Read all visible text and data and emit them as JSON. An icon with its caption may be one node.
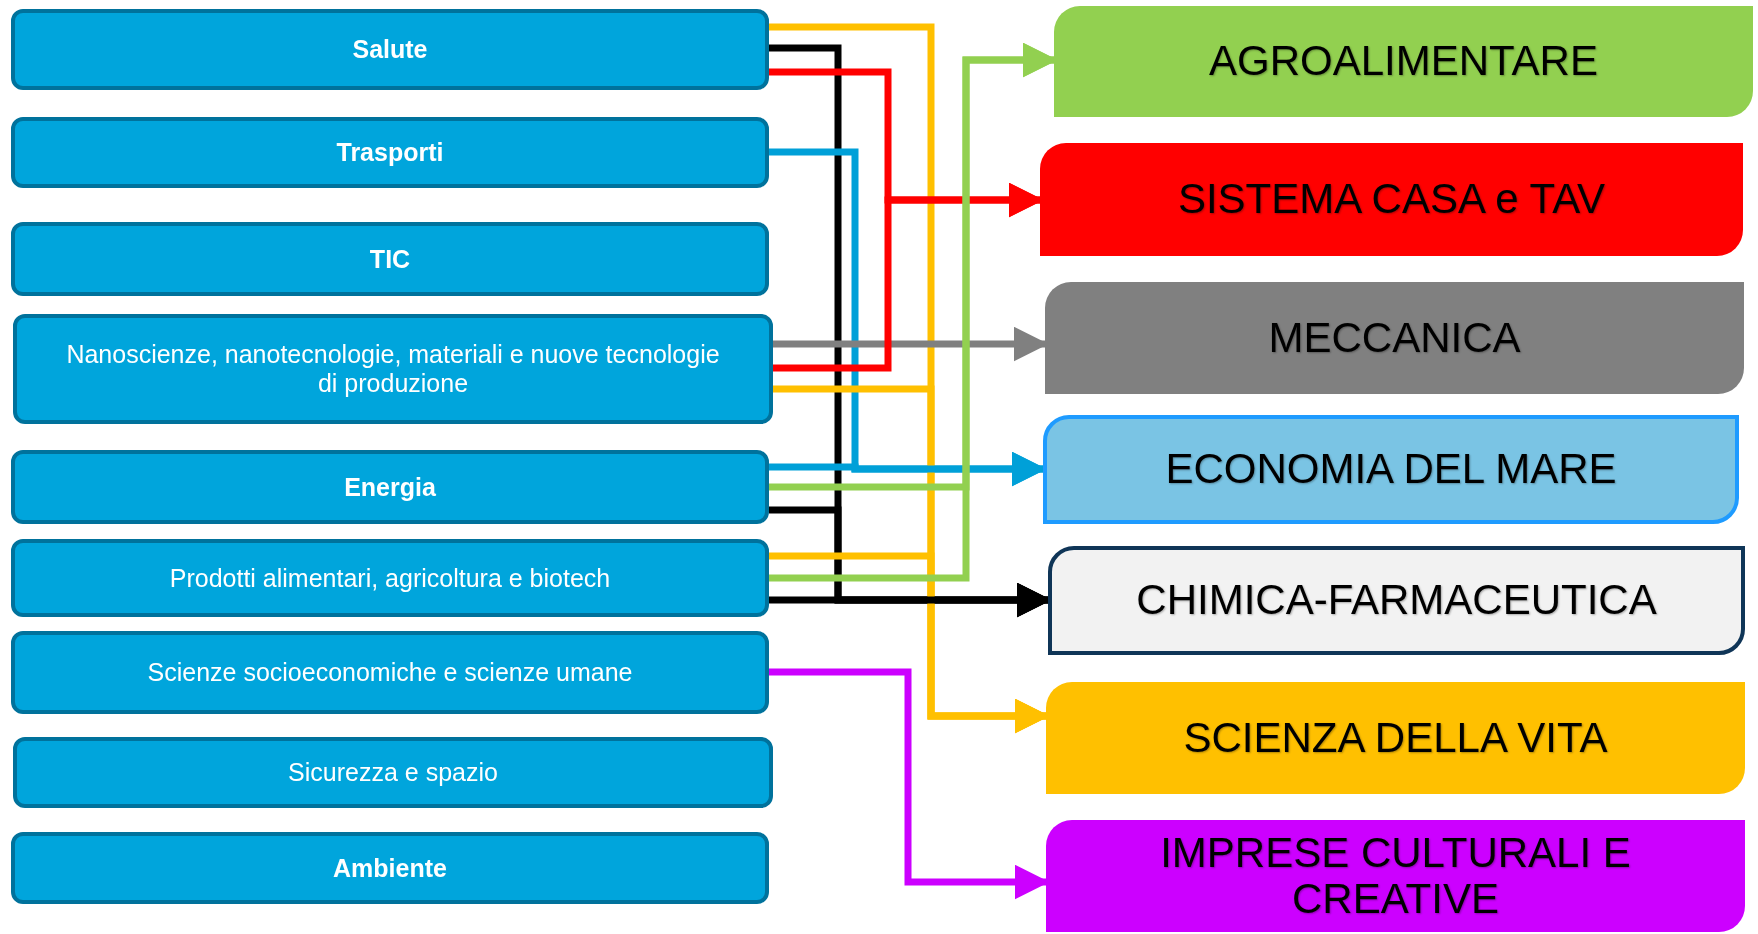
{
  "diagram": {
    "nodes": [
      {
        "text": [
          "Salute"
        ]
      },
      {
        "text": [
          "Trasporti"
        ]
      },
      {
        "text": [
          "TIC"
        ]
      },
      {
        "text": [
          "Nanoscienze, nanotecnologie, materiali e nuove tecnologie di produzione"
        ]
      },
      {
        "text": [
          "Energia"
        ]
      },
      {
        "text": [
          "Prodotti alimentari, agricoltura e biotech"
        ]
      },
      {
        "text": [
          "Scienze socioeconomiche e scienze umane"
        ]
      },
      {
        "text": [
          "Sicurezza e spazio"
        ]
      },
      {
        "text": [
          "Ambiente"
        ]
      },
      {
        "text": [
          "AGROALIMENTARE"
        ]
      },
      {
        "text": [
          "SISTEMA CASA e TAV"
        ]
      },
      {
        "text": [
          "MECCANICA"
        ]
      },
      {
        "text": [
          "ECONOMIA DEL MARE"
        ]
      },
      {
        "text": [
          "CHIMICA-FARMACEUTICA"
        ]
      },
      {
        "text": [
          "SCIENZA DELLA VITA"
        ]
      },
      {
        "text": [
          "IMPRESE CULTURALI E CREATIVE"
        ]
      }
    ],
    "edges": [
      {
        "from": 0,
        "to": 14,
        "arrow": "to",
        "color": "#ffc000"
      },
      {
        "from": 0,
        "to": 13,
        "arrow": "to",
        "color": "#000000"
      },
      {
        "from": 0,
        "to": 10,
        "arrow": "to",
        "color": "#ff0000"
      },
      {
        "from": 1,
        "to": 12,
        "arrow": "to",
        "color": "#00a0d8"
      },
      {
        "from": 3,
        "to": 11,
        "arrow": "to",
        "color": "#808080"
      },
      {
        "from": 3,
        "to": 10,
        "arrow": "to",
        "color": "#ff0000"
      },
      {
        "from": 3,
        "to": 14,
        "arrow": "to",
        "color": "#ffc000"
      },
      {
        "from": 4,
        "to": 12,
        "arrow": "to",
        "color": "#00a0d8"
      },
      {
        "from": 4,
        "to": 9,
        "arrow": "to",
        "color": "#92d050"
      },
      {
        "from": 4,
        "to": 13,
        "arrow": "to",
        "color": "#000000"
      },
      {
        "from": 5,
        "to": 14,
        "arrow": "to",
        "color": "#ffc000"
      },
      {
        "from": 5,
        "to": 9,
        "arrow": "to",
        "color": "#92d050"
      },
      {
        "from": 5,
        "to": 13,
        "arrow": "to",
        "color": "#000000"
      },
      {
        "from": 6,
        "to": 15,
        "arrow": "to",
        "color": "#cc00ff"
      }
    ]
  }
}
